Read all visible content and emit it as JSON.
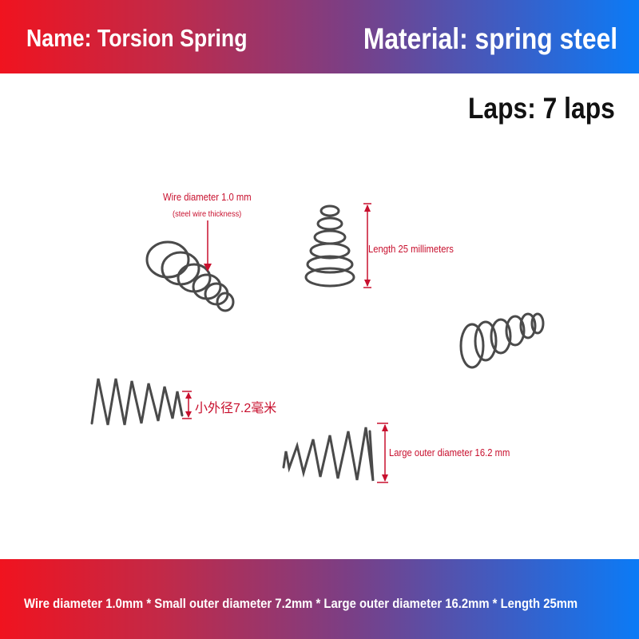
{
  "header": {
    "name": "Name: Torsion Spring",
    "material": "Material: spring steel"
  },
  "laps": "Laps: 7 laps",
  "annotations": {
    "wire_diameter": "Wire diameter 1.0 mm",
    "wire_note": "(steel wire thickness)",
    "length": "Length 25 millimeters",
    "small_outer": "小外径7.2毫米",
    "large_outer": "Large outer diameter 16.2 mm"
  },
  "footer": {
    "specs": "Wire diameter 1.0mm * Small outer diameter 7.2mm * Large outer diameter 16.2mm * Length 25mm"
  },
  "colors": {
    "banner_left": "#f0131f",
    "banner_right": "#0b7bf6",
    "annotation_red": "#c8102e",
    "spring_steel": "#4a4a4a"
  }
}
